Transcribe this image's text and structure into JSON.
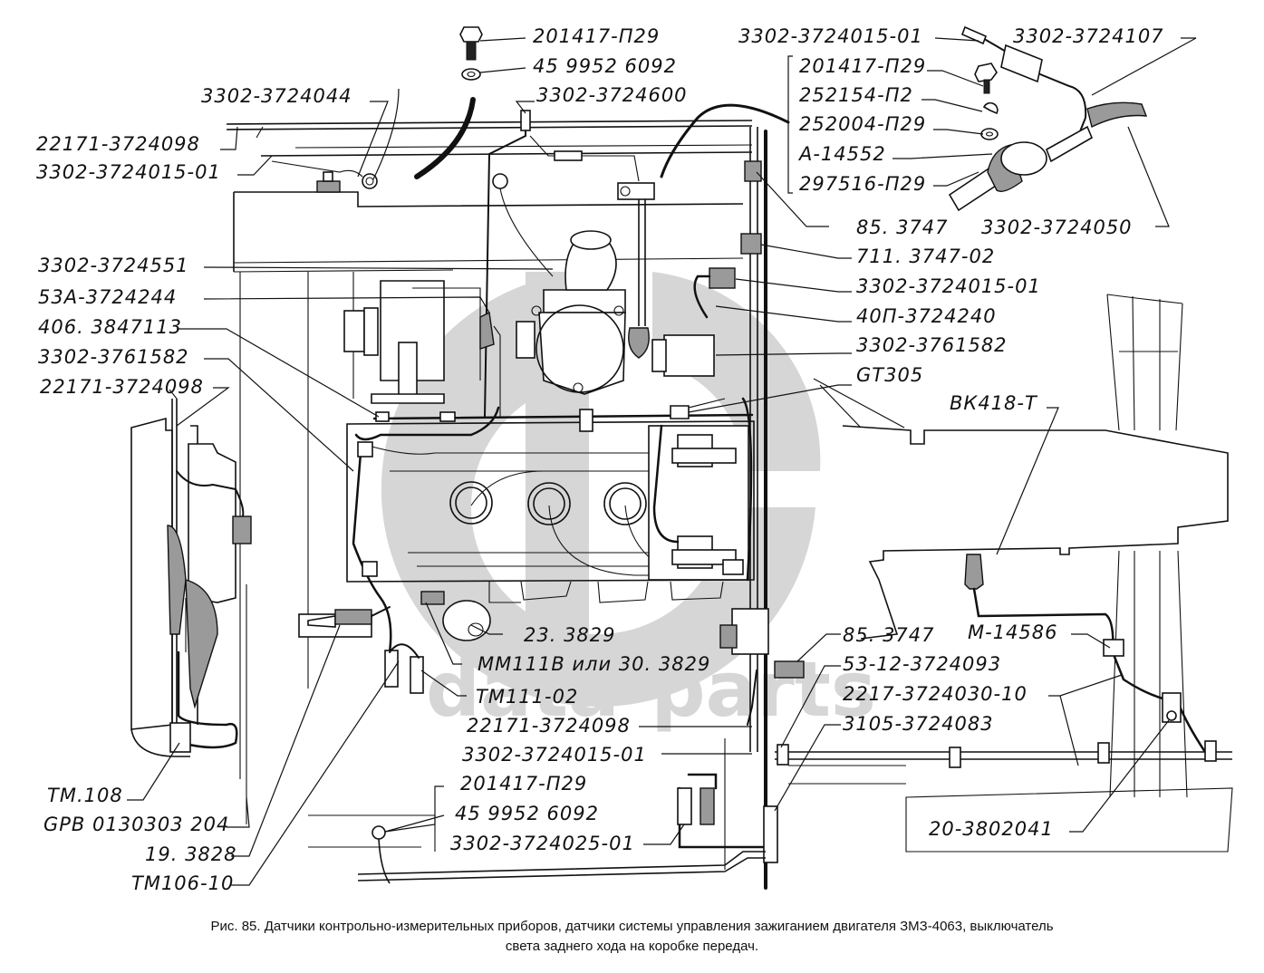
{
  "figure": {
    "caption_line1": "Рис. 85. Датчики контрольно-измерительных приборов, датчики системы управления зажиганием двигателя ЗМЗ-4063, выключатель",
    "caption_line2": "света заднего хода на коробке передач.",
    "watermark": "data-parts"
  },
  "labels": {
    "left": [
      "3302-3724044",
      "22171-3724098",
      "3302-3724015-01",
      "3302-3724551",
      "53А-3724244",
      "406. 3847113",
      "3302-3761582",
      "22171-3724098",
      "ТМ.108",
      "GPB 0130303 204",
      "19. 3828",
      "ТМ106-10"
    ],
    "top_center": [
      "201417-П29",
      "45 9952 6092",
      "3302-3724600"
    ],
    "top_right": [
      "3302-3724015-01",
      "3302-3724107",
      "201417-П29",
      "252154-П2",
      "252004-П29",
      "А-14552",
      "297516-П29",
      "85. 3747",
      "3302-3724050"
    ],
    "right": [
      "711. 3747-02",
      "3302-3724015-01",
      "40П-3724240",
      "3302-3761582",
      "GT305",
      "ВК418-Т"
    ],
    "bottom_center": [
      "23. 3829",
      "ММ111В или 30. 3829",
      "ТМ111-02",
      "22171-3724098",
      "3302-3724015-01",
      "201417-П29",
      "45 9952 6092",
      "3302-3724025-01"
    ],
    "bottom_right": [
      "85. 3747",
      "М-14586",
      "53-12-3724093",
      "2217-3724030-10",
      "3105-3724083",
      "20-3802041"
    ]
  }
}
